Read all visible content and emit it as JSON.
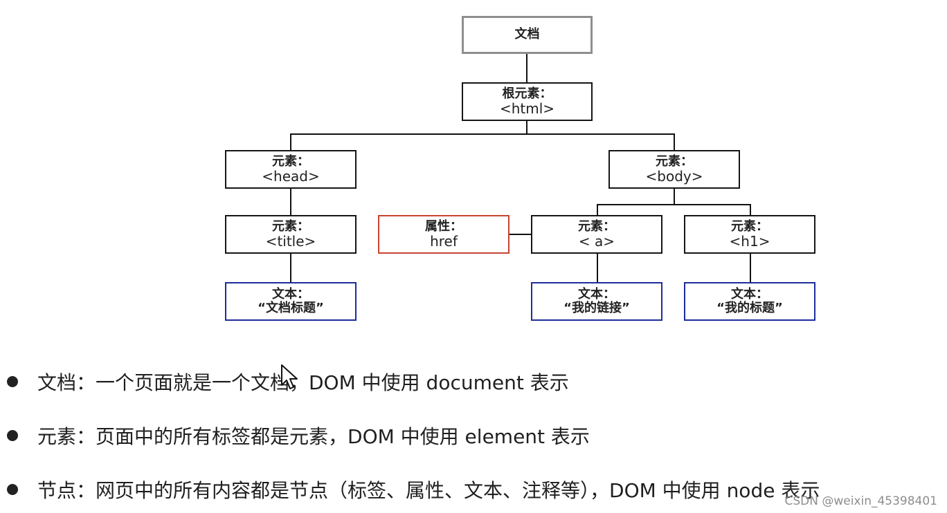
{
  "diagram": {
    "nodes": [
      {
        "id": "document",
        "title": "文档",
        "value": ""
      },
      {
        "id": "root",
        "title": "根元素：",
        "value": "<html>"
      },
      {
        "id": "head",
        "title": "元素：",
        "value": "<head>"
      },
      {
        "id": "body",
        "title": "元素：",
        "value": "<body>"
      },
      {
        "id": "title",
        "title": "元素：",
        "value": "<title>"
      },
      {
        "id": "attribute",
        "title": "属性：",
        "value": "href"
      },
      {
        "id": "a",
        "title": "元素：",
        "value": "< a>"
      },
      {
        "id": "h1",
        "title": "元素：",
        "value": "<h1>"
      },
      {
        "id": "text-title",
        "title": "文本：",
        "value": "“文档标题”"
      },
      {
        "id": "text-link",
        "title": "文本：",
        "value": "“我的链接”"
      },
      {
        "id": "text-heading",
        "title": "文本：",
        "value": "“我的标题”"
      }
    ],
    "colors": {
      "default_border": "#151515",
      "document_border": "#8f8f8f",
      "attribute_border": "#c74332",
      "text_border": "#1d2c9b"
    }
  },
  "bullets": [
    "文档：一个页面就是一个文档，DOM 中使用 document 表示",
    "元素：页面中的所有标签都是元素，DOM 中使用 element 表示",
    "节点：网页中的所有内容都是节点（标签、属性、文本、注释等），DOM 中使用 node 表示"
  ],
  "watermark": "CSDN @weixin_45398401",
  "cursor": {
    "icon": "mouse-pointer-icon"
  }
}
